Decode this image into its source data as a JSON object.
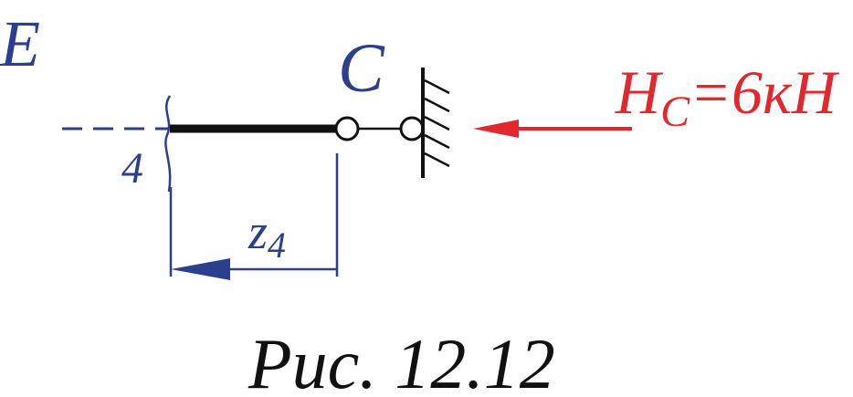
{
  "labels": {
    "point_e": "E",
    "point_c": "C",
    "section_number": "4",
    "coordinate_main": "z",
    "coordinate_sub": "4",
    "force_main": "H",
    "force_sub": "C",
    "force_value": "=6кН"
  },
  "caption": "Рис. 12.12",
  "colors": {
    "beam": "#111111",
    "blue": "#2b3f8f",
    "red": "#e0282e",
    "caption": "#111111"
  }
}
